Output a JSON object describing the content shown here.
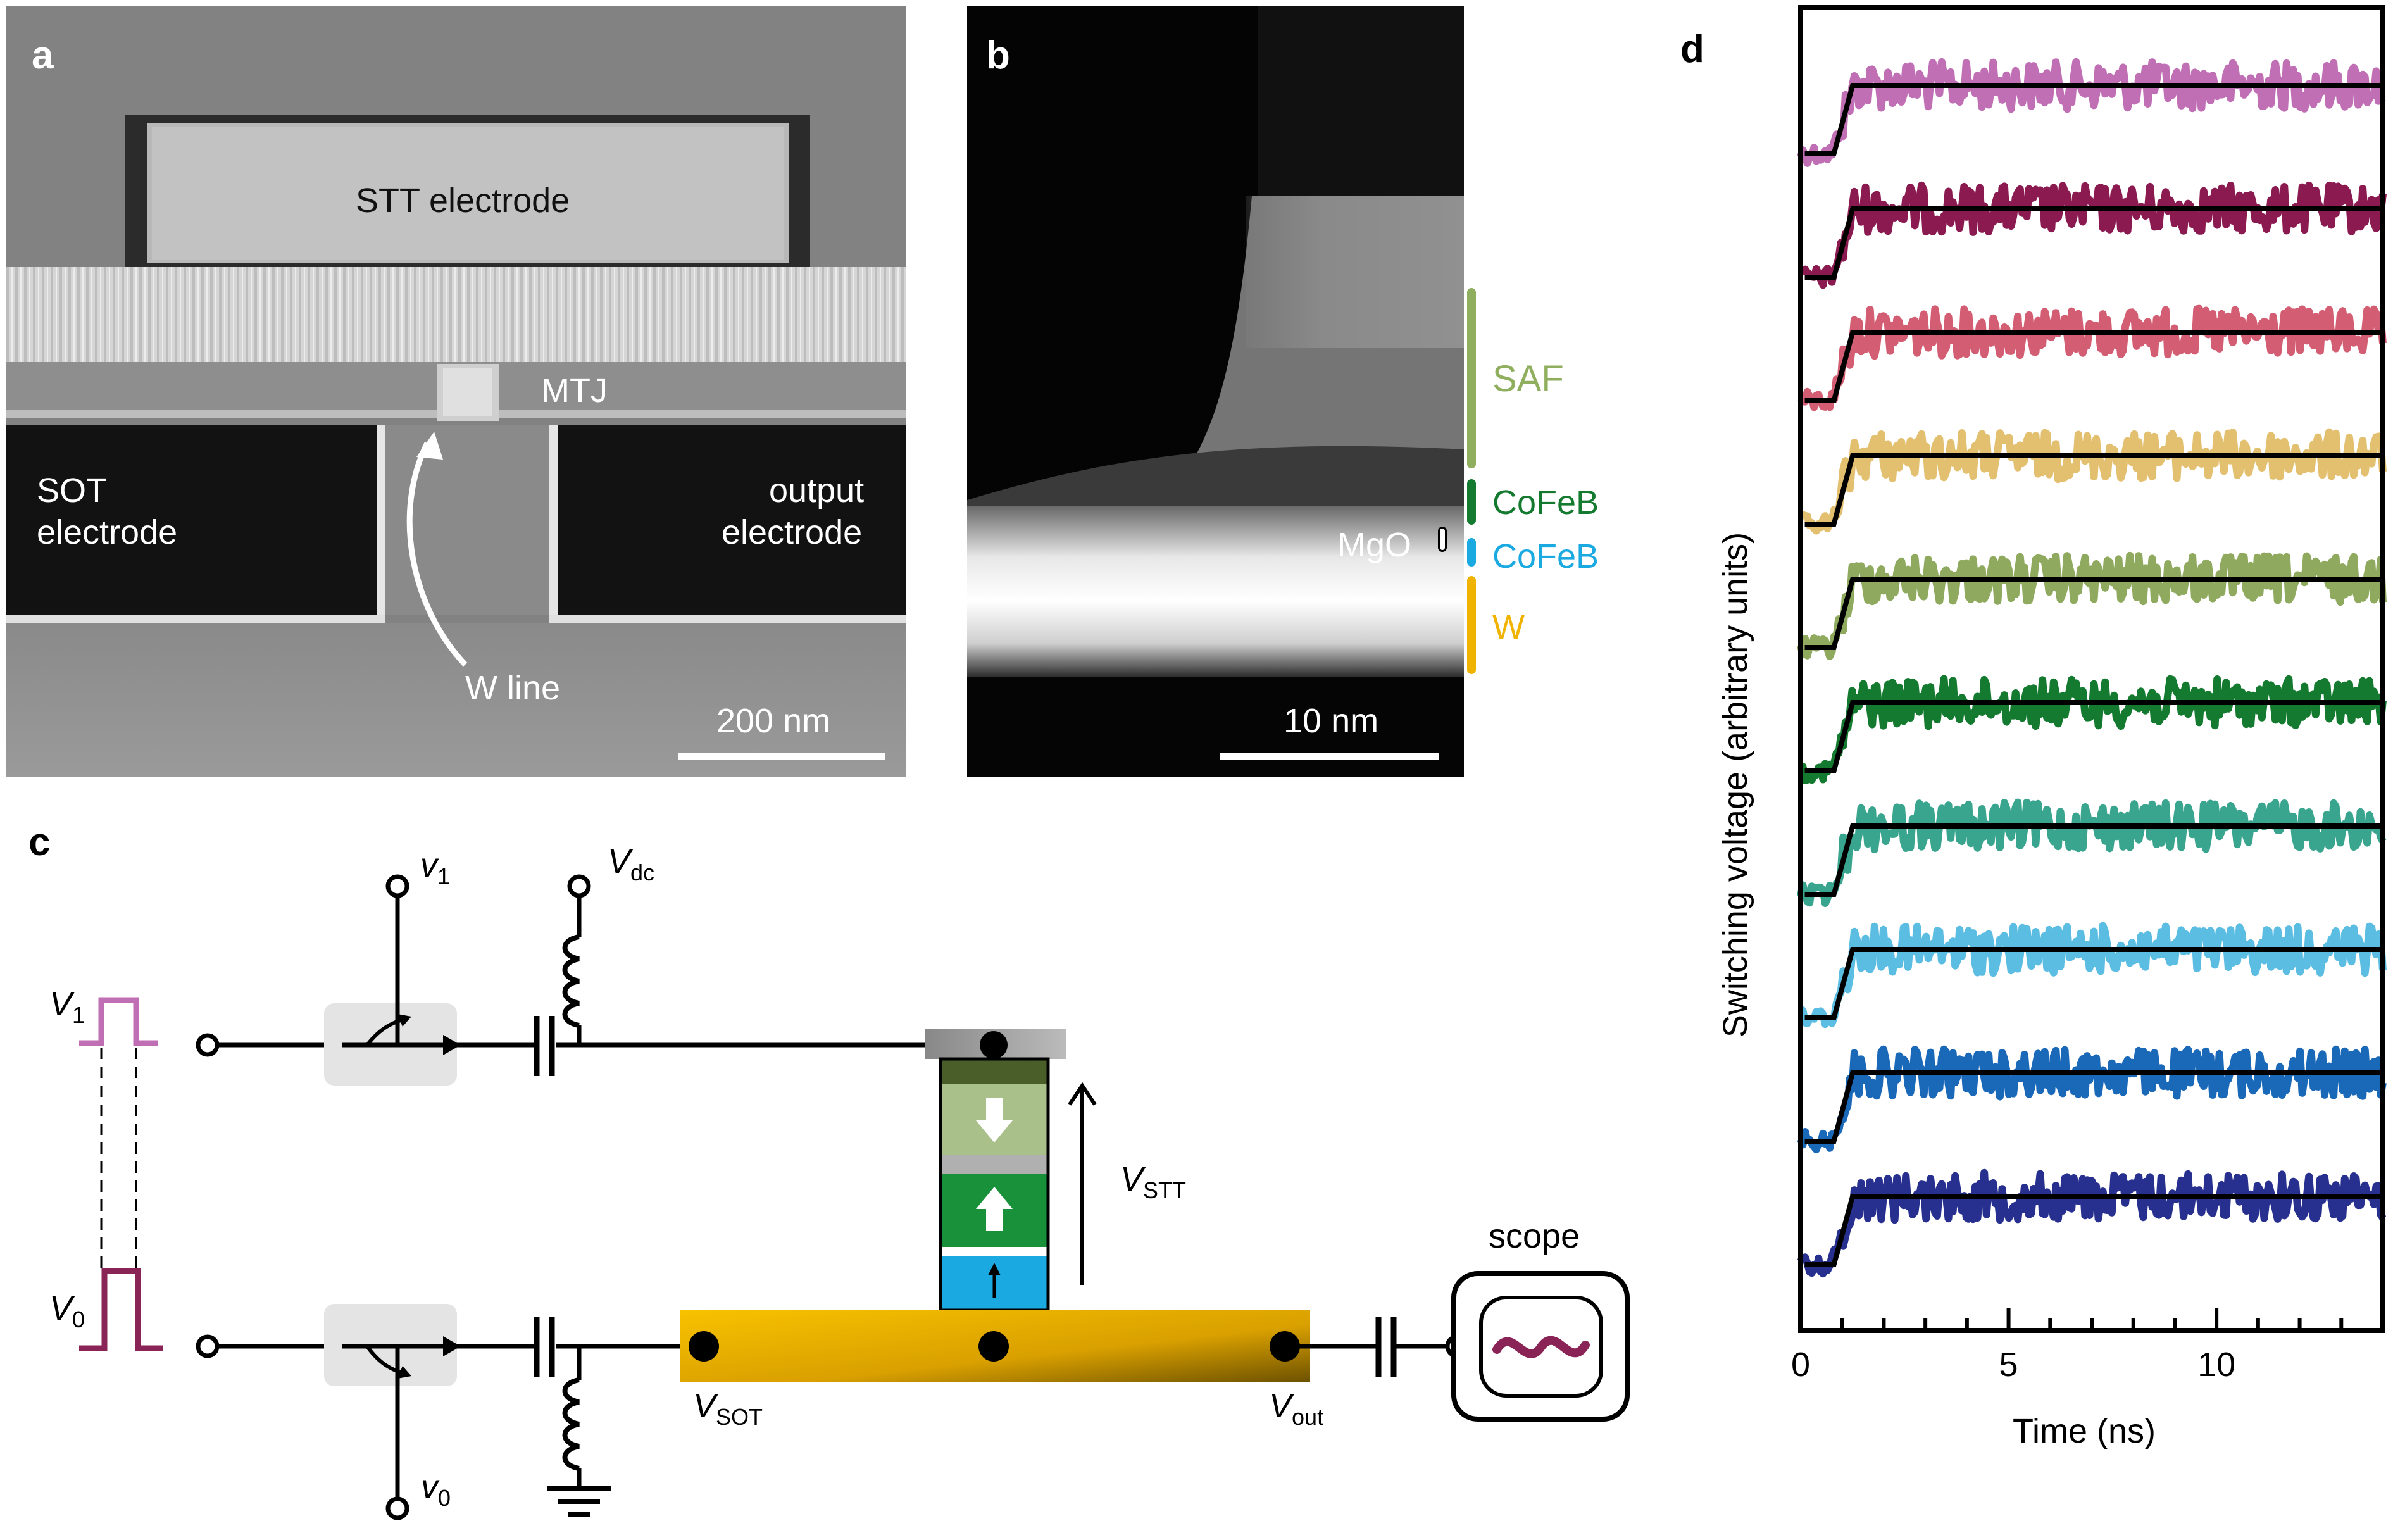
{
  "panel_a": {
    "label": "a",
    "stt_electrode": "STT electrode",
    "mtj": "MTJ",
    "sot_electrode_line1": "SOT",
    "sot_electrode_line2": "electrode",
    "output_electrode_line1": "output",
    "output_electrode_line2": "electrode",
    "w_line": "W line",
    "scale_bar": "200 nm"
  },
  "panel_b": {
    "label": "b",
    "scale_bar": "10 nm",
    "layers": [
      {
        "name": "SAF",
        "color": "#8fae5e"
      },
      {
        "name": "CoFeB",
        "color": "#147a30"
      },
      {
        "name": "MgO",
        "color": "#ffffff"
      },
      {
        "name": "CoFeB",
        "color": "#1aa9e1"
      },
      {
        "name": "W",
        "color": "#f0b400"
      }
    ]
  },
  "panel_c": {
    "label": "c",
    "v1_label": "V",
    "v1_sub": "1",
    "v0_label": "V",
    "v0_sub": "0",
    "nu1_label": "v",
    "nu1_sub": "1",
    "nu0_label": "v",
    "nu0_sub": "0",
    "vdc_label": "V",
    "vdc_sub": "dc",
    "vstt_label": "V",
    "vstt_sub": "STT",
    "vsot_label": "V",
    "vsot_sub": "SOT",
    "vout_label": "V",
    "vout_sub": "out",
    "scope_label": "scope",
    "pulse_v1_color": "#c06fb5",
    "pulse_v0_color": "#8a2456"
  },
  "panel_d": {
    "label": "d",
    "chart_data": {
      "type": "line",
      "xlabel": "Time (ns)",
      "ylabel": "Switching voltage (arbitrary units)",
      "xlim": [
        0,
        14
      ],
      "xticks": [
        0,
        5,
        10
      ],
      "grid": false,
      "step_time_ns": 1.0,
      "series": [
        {
          "color": "#c06fb5"
        },
        {
          "color": "#8a1a50"
        },
        {
          "color": "#d35e74"
        },
        {
          "color": "#e2c06f"
        },
        {
          "color": "#8faa5e"
        },
        {
          "color": "#147a30"
        },
        {
          "color": "#3aa58e"
        },
        {
          "color": "#5cbde3"
        },
        {
          "color": "#1a68b8"
        },
        {
          "color": "#27308f"
        }
      ]
    }
  }
}
